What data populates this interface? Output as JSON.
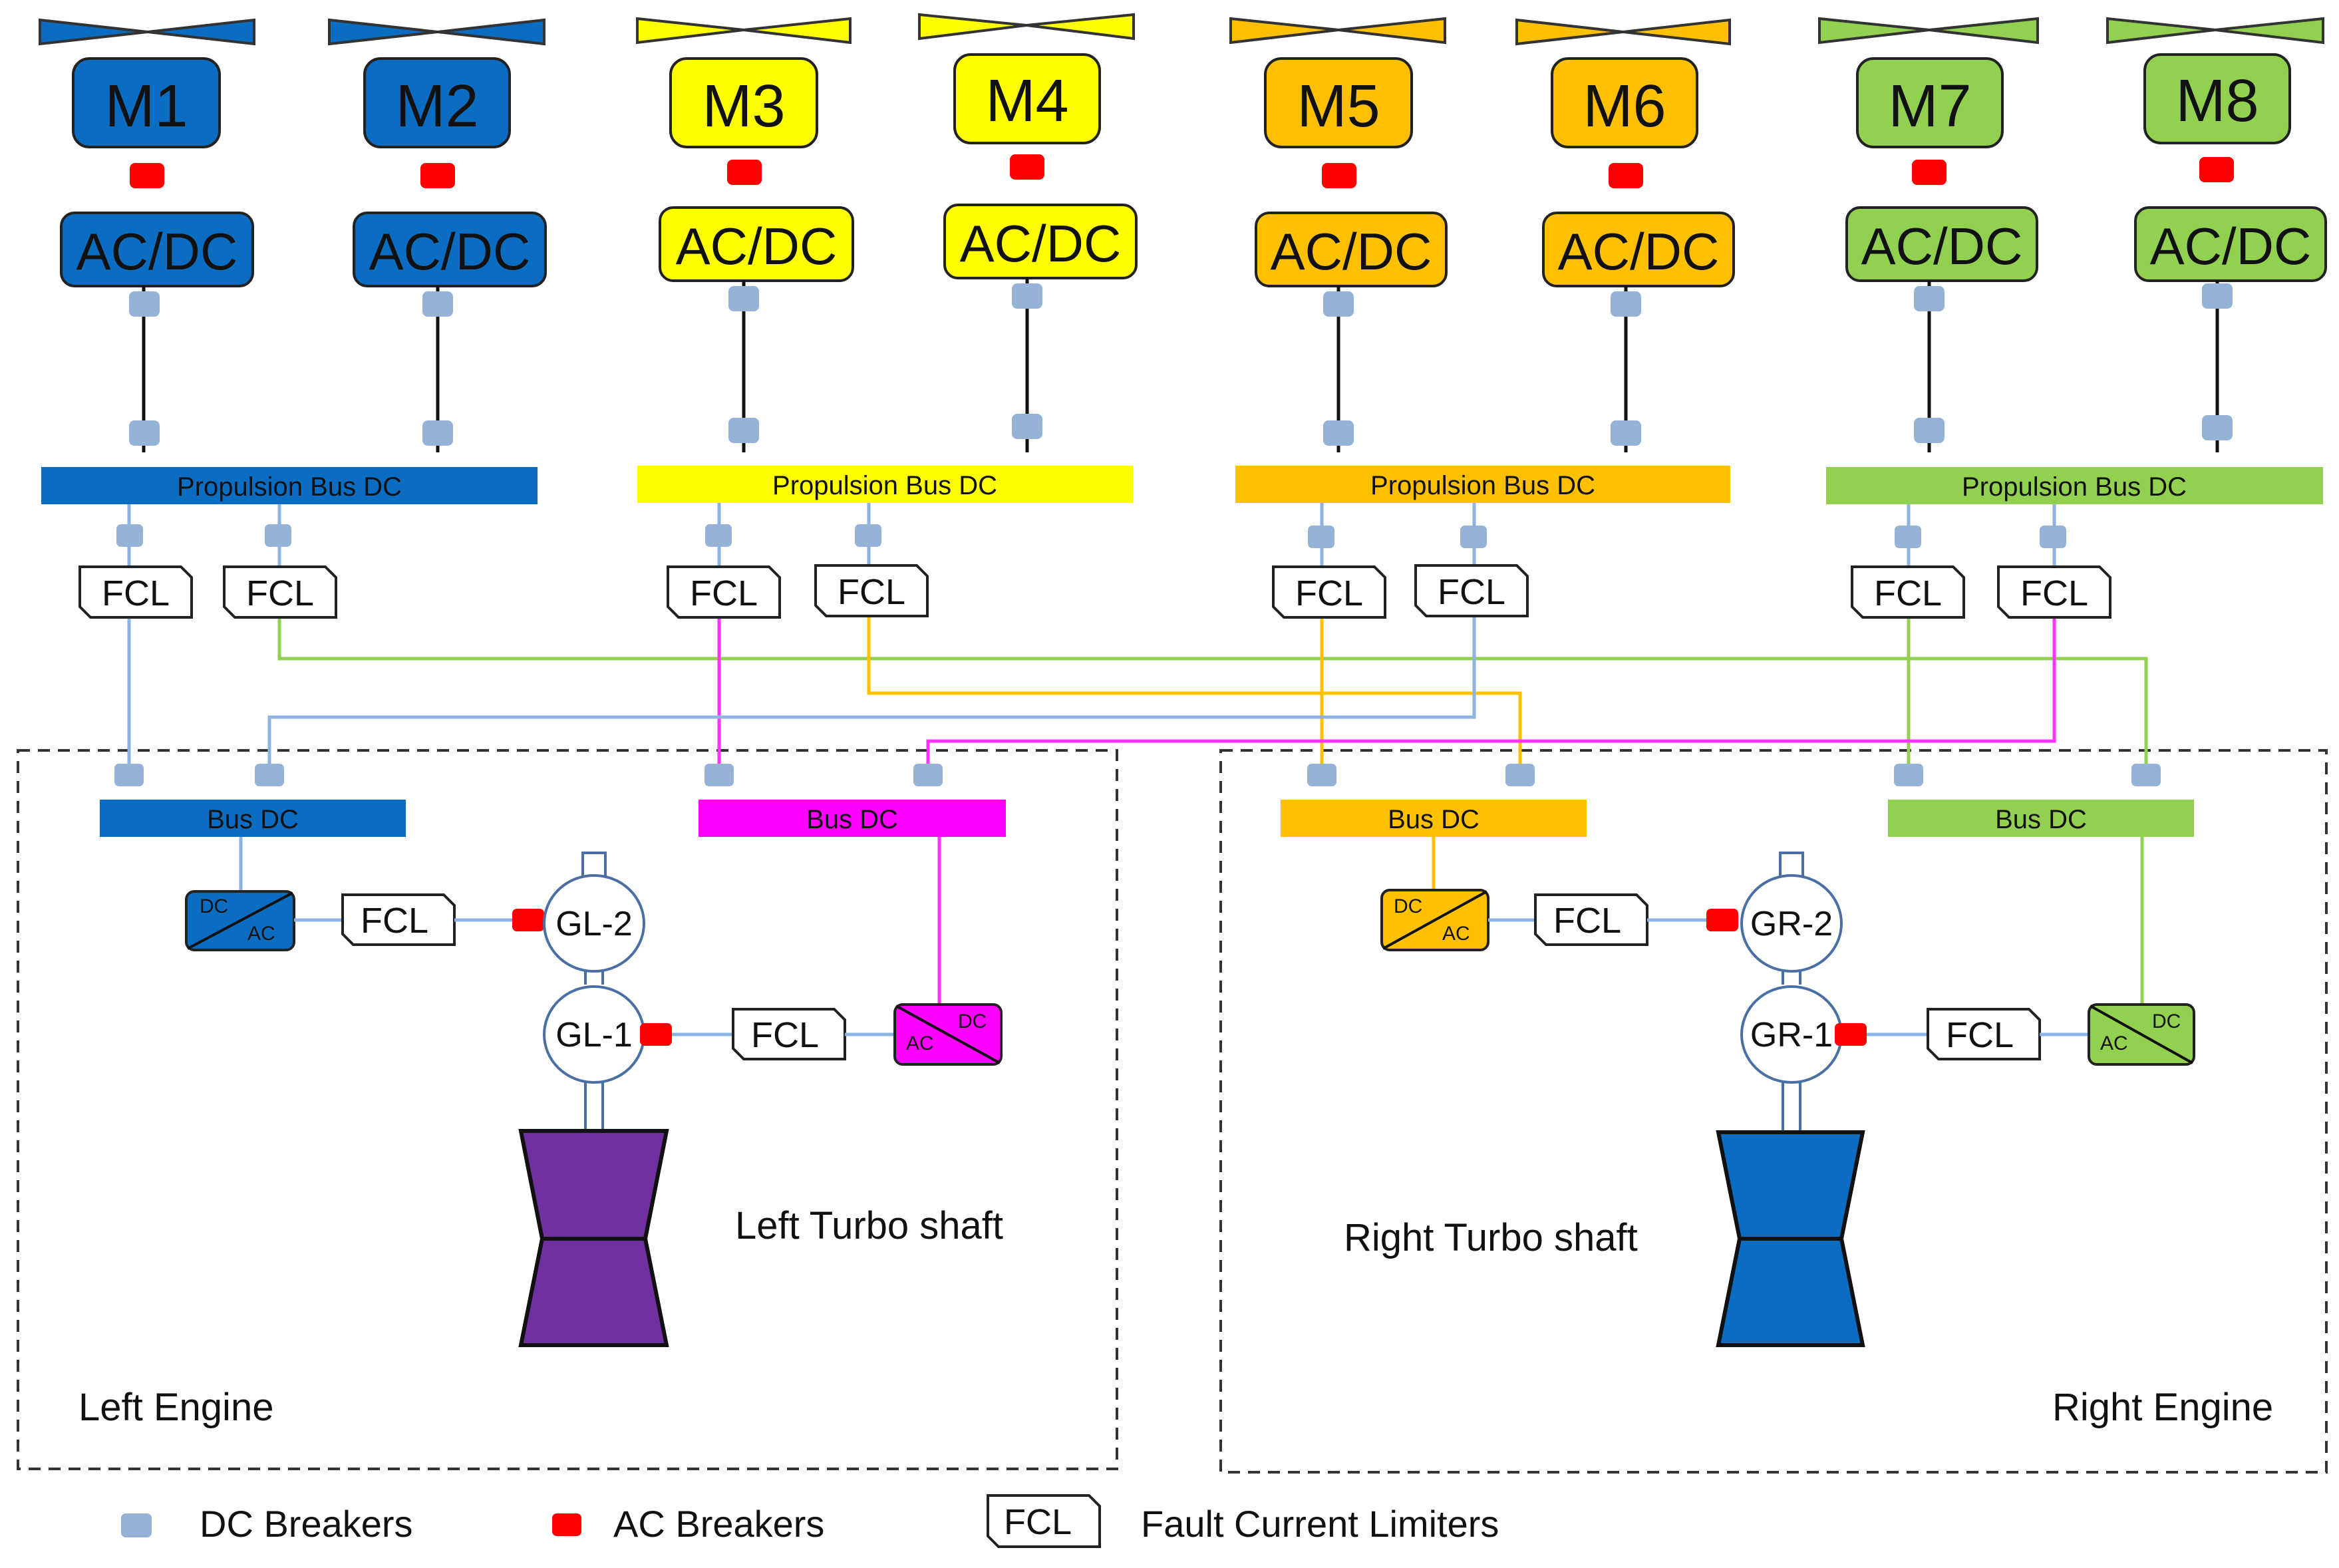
{
  "colors": {
    "blue": "#0b6dc2",
    "yellow": "#ffff00",
    "orange": "#ffc000",
    "green": "#92d050",
    "magenta": "#ff00ff",
    "purple": "#7030a0",
    "dc_breaker": "#95b3d7",
    "ac_breaker": "#ff0000",
    "line_blue": "#8db3e2",
    "line_magenta": "#ff33ff",
    "line_orange": "#ffc000",
    "line_green": "#92d050"
  },
  "motors": [
    {
      "label": "M1",
      "converter": "AC/DC",
      "color": "blue"
    },
    {
      "label": "M2",
      "converter": "AC/DC",
      "color": "blue"
    },
    {
      "label": "M3",
      "converter": "AC/DC",
      "color": "yellow"
    },
    {
      "label": "M4",
      "converter": "AC/DC",
      "color": "yellow"
    },
    {
      "label": "M5",
      "converter": "AC/DC",
      "color": "orange"
    },
    {
      "label": "M6",
      "converter": "AC/DC",
      "color": "orange"
    },
    {
      "label": "M7",
      "converter": "AC/DC",
      "color": "green"
    },
    {
      "label": "M8",
      "converter": "AC/DC",
      "color": "green"
    }
  ],
  "propulsion_buses": [
    {
      "label": "Propulsion  Bus DC",
      "color": "blue"
    },
    {
      "label": "Propulsion  Bus DC",
      "color": "yellow"
    },
    {
      "label": "Propulsion  Bus DC",
      "color": "orange"
    },
    {
      "label": "Propulsion  Bus DC",
      "color": "green"
    }
  ],
  "fcl_label": "FCL",
  "engine_buses": [
    {
      "label": "Bus DC",
      "color": "blue"
    },
    {
      "label": "Bus DC",
      "color": "magenta"
    },
    {
      "label": "Bus DC",
      "color": "orange"
    },
    {
      "label": "Bus DC",
      "color": "green"
    }
  ],
  "generators": {
    "left_top": "GL-2",
    "left_bottom": "GL-1",
    "right_top": "GR-2",
    "right_bottom": "GR-1"
  },
  "converter_terminals": {
    "dc": "DC",
    "ac": "AC"
  },
  "left_engine": {
    "title": "Left Engine",
    "shaft_label": "Left Turbo shaft"
  },
  "right_engine": {
    "title": "Right Engine",
    "shaft_label": "Right Turbo shaft"
  },
  "legend": {
    "dc_breakers": "DC Breakers",
    "ac_breakers": "AC Breakers",
    "fcl_symbol": "FCL",
    "fault_current_limiters": "Fault Current Limiters"
  }
}
